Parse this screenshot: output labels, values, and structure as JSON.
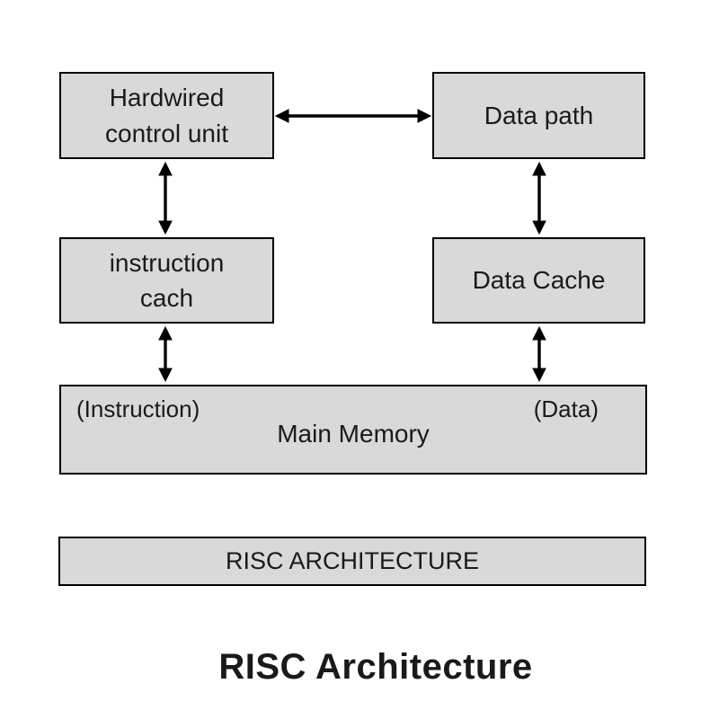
{
  "diagram_title": "RISC Architecture",
  "boxes": {
    "hardwired_control_unit": {
      "label": "Hardwired\ncontrol unit"
    },
    "data_path": {
      "label": "Data path"
    },
    "instruction_cache": {
      "label": "instruction\ncach"
    },
    "data_cache": {
      "label": "Data Cache"
    },
    "main_memory": {
      "label": "Main Memory",
      "instruction_annotation": "(Instruction)",
      "data_annotation": "(Data)"
    },
    "banner": {
      "label": "RISC ARCHITECTURE"
    }
  },
  "connections": [
    {
      "from": "hardwired_control_unit",
      "to": "data_path",
      "bidirectional": true,
      "orientation": "horizontal"
    },
    {
      "from": "hardwired_control_unit",
      "to": "instruction_cache",
      "bidirectional": true,
      "orientation": "vertical"
    },
    {
      "from": "data_path",
      "to": "data_cache",
      "bidirectional": true,
      "orientation": "vertical"
    },
    {
      "from": "instruction_cache",
      "to": "main_memory",
      "bidirectional": true,
      "orientation": "vertical"
    },
    {
      "from": "data_cache",
      "to": "main_memory",
      "bidirectional": true,
      "orientation": "vertical"
    }
  ],
  "colors": {
    "box_fill": "#d9d9d9",
    "box_border": "#000000",
    "arrow": "#000000",
    "text": "#1a1a1a",
    "background": "#ffffff"
  }
}
